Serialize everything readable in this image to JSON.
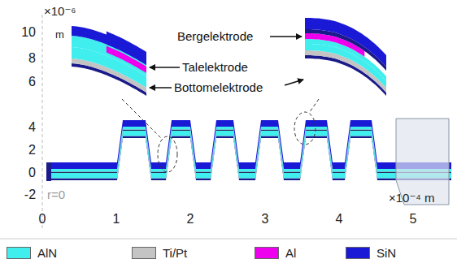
{
  "diagram": {
    "labels": [
      "×10⁻⁶",
      "m",
      "10",
      "8",
      "6",
      "4",
      "2",
      "0",
      "-2",
      "Bergelektrode",
      "Talelektrode",
      "Bottomelektrode",
      "r=0",
      "0",
      "1",
      "2",
      "3",
      "4",
      "5",
      "×10⁻⁴ m"
    ],
    "legend": [
      {
        "text": "AlN",
        "color": "#40eeee"
      },
      {
        "text": "Ti/Pt",
        "color": "#c4c4c4"
      },
      {
        "text": "Al",
        "color": "#ee00ee"
      },
      {
        "text": "SiN",
        "color": "#1a1ad6"
      }
    ]
  }
}
